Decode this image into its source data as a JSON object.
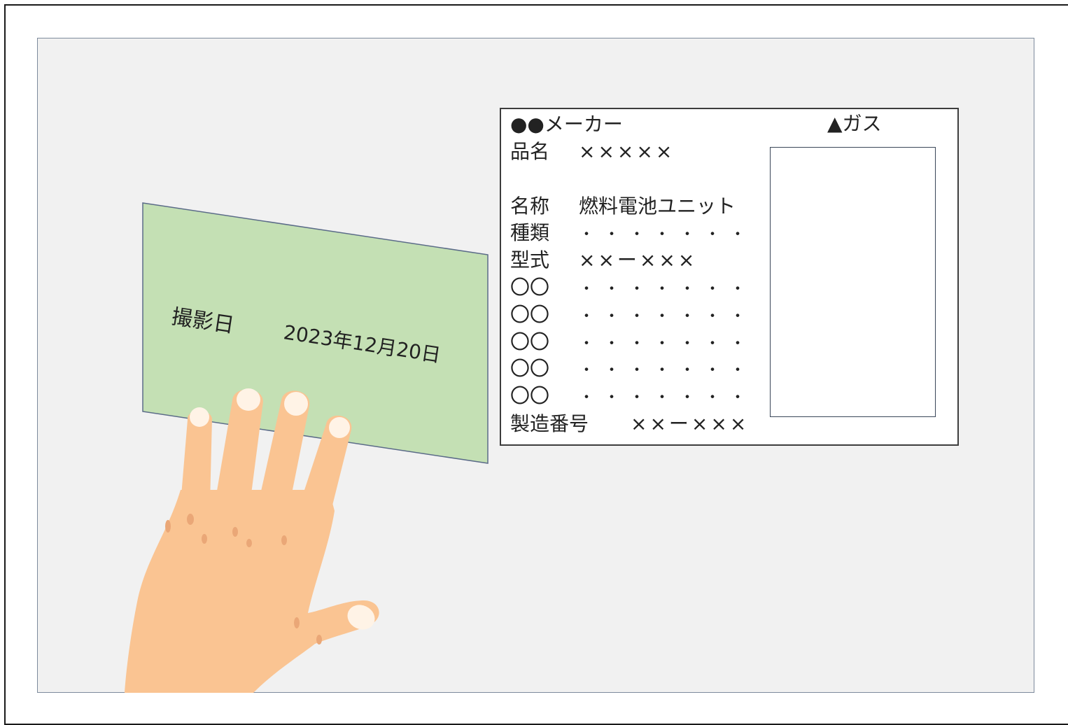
{
  "sign": {
    "date_label": "撮影日",
    "date_value": "2023年12月20日"
  },
  "nameplate": {
    "maker": "●●メーカー",
    "gas": "▲ガス",
    "rows": [
      {
        "label": "品名",
        "value": "×××××"
      },
      {
        "label": "名称",
        "value": "燃料電池ユニット"
      },
      {
        "label": "種類",
        "value": "・・・・・・・"
      },
      {
        "label": "型式",
        "value": "××ー×××"
      },
      {
        "label": "〇〇",
        "value": "・・・・・・・"
      },
      {
        "label": "〇〇",
        "value": "・・・・・・・"
      },
      {
        "label": "〇〇",
        "value": "・・・・・・・"
      },
      {
        "label": "〇〇",
        "value": "・・・・・・・"
      },
      {
        "label": "〇〇",
        "value": "・・・・・・・"
      },
      {
        "label": "製造番号",
        "value": "××ー×××"
      }
    ]
  },
  "colors": {
    "wall": "#f1f1f1",
    "sign": "#c4e0b4",
    "skin": "#fac492",
    "nail": "#fff3e6"
  }
}
